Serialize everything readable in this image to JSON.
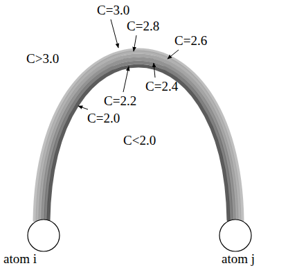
{
  "diagram": {
    "nodes": [
      {
        "text": [
          "atom i"
        ]
      },
      {
        "text": [
          "atom j"
        ]
      }
    ],
    "labels": [
      "C=3.0",
      "C=2.8",
      "C=2.6",
      "C>3.0",
      "C=2.4",
      "C=2.2",
      "C=2.0",
      "C<2.0"
    ]
  }
}
